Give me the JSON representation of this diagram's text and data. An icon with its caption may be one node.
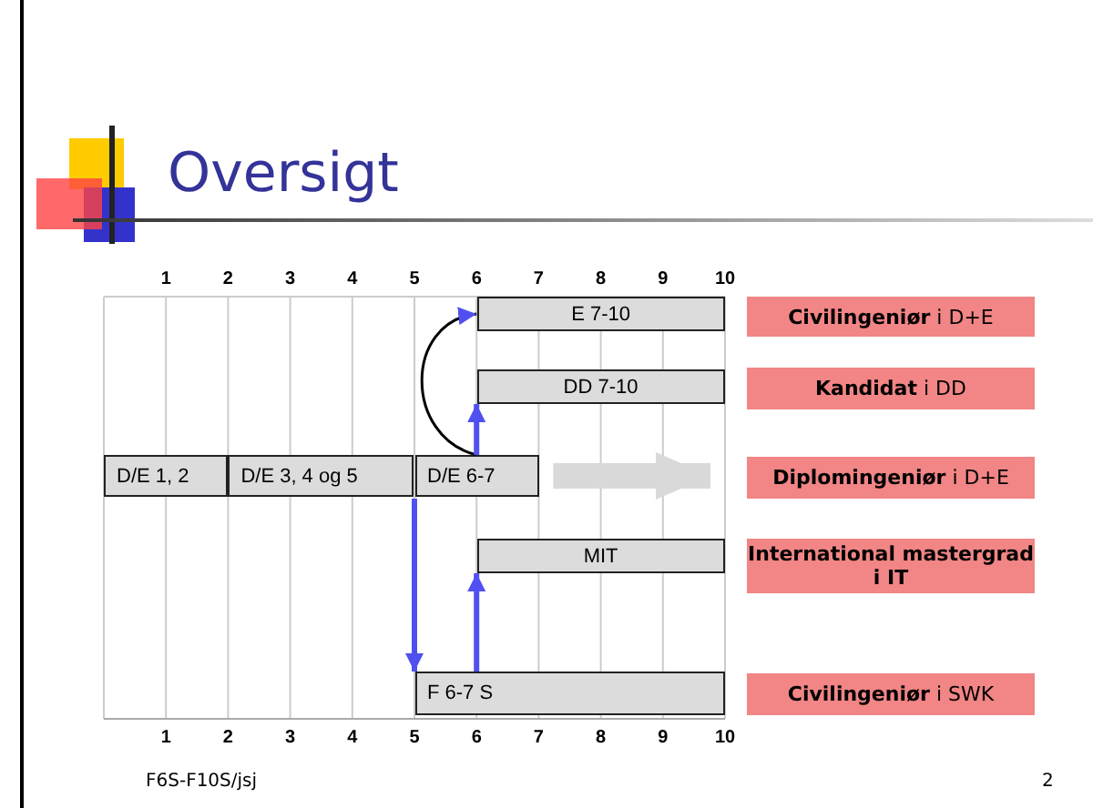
{
  "diagram": {
    "title": "Oversigt",
    "nodes": [
      {
        "text": [
          "D/E 1, 2"
        ]
      },
      {
        "text": [
          "D/E 3, 4 og 5"
        ]
      },
      {
        "text": [
          "D/E 6-7"
        ]
      },
      {
        "text": [
          "E 7-10"
        ]
      },
      {
        "text": [
          "DD 7-10"
        ]
      },
      {
        "text": [
          "MIT"
        ]
      },
      {
        "text": [
          "F 6-7 S"
        ]
      },
      {
        "text": [
          "**Civilingeniør** i D+E"
        ]
      },
      {
        "text": [
          "**Kandidat** i DD"
        ]
      },
      {
        "text": [
          "**Diplomingeniør** i D+E"
        ]
      },
      {
        "text": [
          "International mastergrad i IT"
        ]
      },
      {
        "text": [
          "**Civilingeniør** i SWK"
        ]
      }
    ],
    "edges": [
      {
        "from": 2,
        "to": 3,
        "arrow": "to",
        "color": "#000000"
      },
      {
        "from": 2,
        "to": 4,
        "arrow": "to"
      },
      {
        "from": 2,
        "to": 9,
        "arrow": "to",
        "style": "thick",
        "color": "#d9d9d9"
      },
      {
        "from": 1,
        "to": 6,
        "arrow": "to"
      },
      {
        "from": 6,
        "to": 5,
        "arrow": "to"
      }
    ],
    "labels": [
      "1",
      "2",
      "3",
      "4",
      "5",
      "6",
      "7",
      "8",
      "9",
      "10",
      "1",
      "2",
      "3",
      "4",
      "5",
      "6",
      "7",
      "8",
      "9",
      "10",
      "F6S-F10S/jsj",
      "2"
    ]
  }
}
